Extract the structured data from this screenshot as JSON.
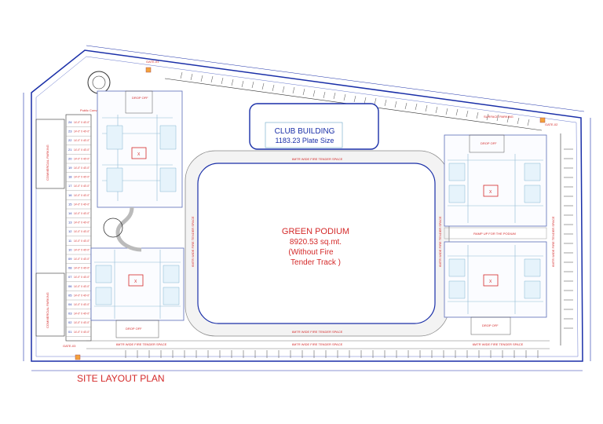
{
  "title": "SITE LAYOUT PLAN",
  "club_building": {
    "name": "CLUB BUILDING",
    "plate": "1183.23 Plate Size"
  },
  "podium": {
    "name": "GREEN PODIUM",
    "area": "8920.53 sq.mt.",
    "note1": "(Without Fire",
    "note2": "Tender Track  )"
  },
  "gates": [
    "GATE-01",
    "GATE-02",
    "GATE-03"
  ],
  "fire_tender_labels": {
    "top": "6MTR WIDE FIRE TENDER SPACE",
    "bottom_center": "6MTR WIDE FIRE TENDER SPACE",
    "bottom_outer": "6MTR WIDE FIRE TENDER SPACE",
    "bottom_left": "6MTR WIDE FIRE TENDER SPACE",
    "bottom_right": "6MTR WIDE FIRE TENDER SPACE",
    "left_vertical": "6MTR WIDE FIRE TENDER SPACE",
    "right_vertical": "6MTR WIDE FIRE TENDER SPACE",
    "far_right_vertical": "6MTR WIDE FIRE TENDER SPACE"
  },
  "drop_off": "DROP OFF",
  "ramp_label": "RAMP UP FOR THE PODIUM",
  "surface_parking": "SURFACE PARKING",
  "commercial_parking": "COMMERCIAL PARKING",
  "public_convenience": "Public Convenience",
  "shop_numbers": [
    "24",
    "23",
    "22",
    "21",
    "20",
    "19",
    "18",
    "17",
    "16",
    "15",
    "14",
    "13",
    "12",
    "11",
    "10",
    "09",
    "08",
    "07",
    "06",
    "05",
    "04",
    "03",
    "02",
    "01"
  ],
  "shop_size": "14'-0\" X 40'-0\"",
  "core_mark": "X"
}
